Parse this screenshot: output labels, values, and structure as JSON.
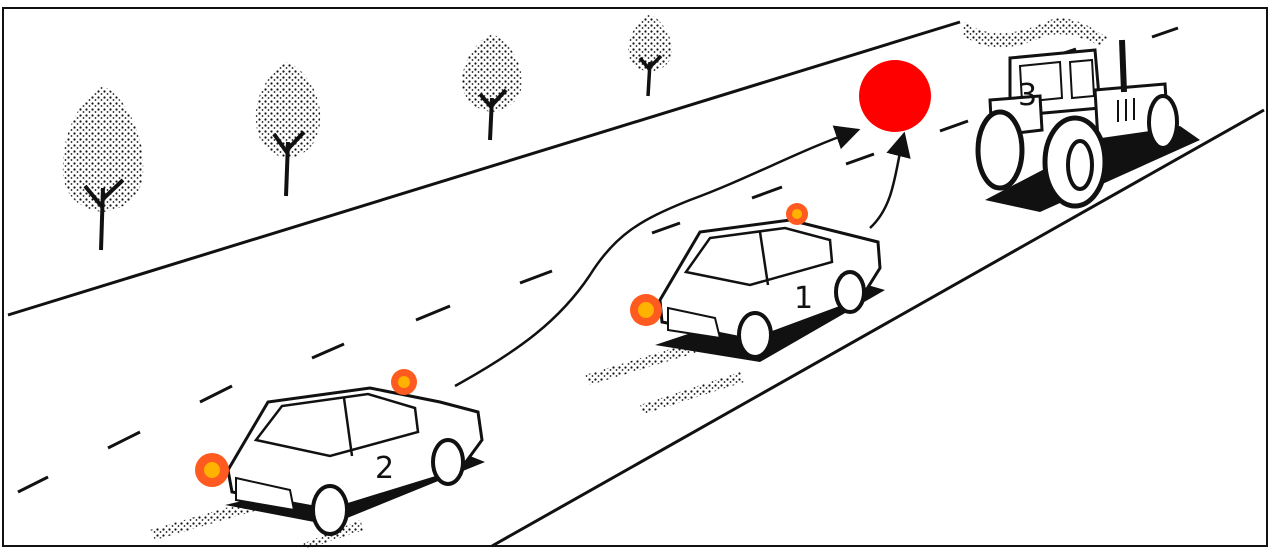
{
  "vehicles": [
    {
      "id": "car-1",
      "number": "1"
    },
    {
      "id": "car-2",
      "number": "2"
    },
    {
      "id": "tractor-3",
      "number": "3"
    }
  ],
  "colors": {
    "ink": "#111111",
    "paper": "#ffffff",
    "shadow": "#111111",
    "turn_signal": "#ff5a1f",
    "turn_signal_core": "#ffb200",
    "prohibited_marker": "#ff0000"
  },
  "icons": [
    "tree-icon",
    "turn-signal-icon",
    "red-circle-marker"
  ]
}
